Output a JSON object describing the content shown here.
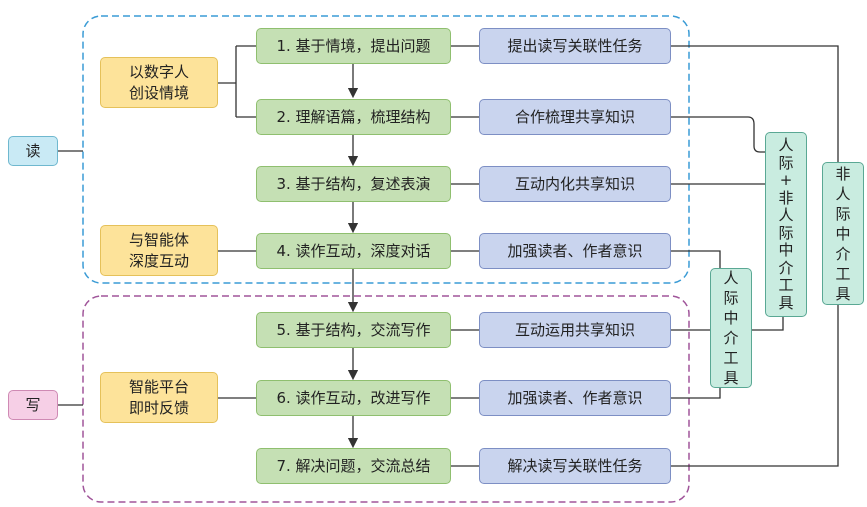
{
  "sections": {
    "read": "读",
    "write": "写"
  },
  "strategies": [
    "以数字人\n创设情境",
    "与智能体\n深度互动",
    "智能平台\n即时反馈"
  ],
  "steps": [
    "1. 基于情境，提出问题",
    "2. 理解语篇，梳理结构",
    "3. 基于结构，复述表演",
    "4. 读作互动，深度对话",
    "5. 基于结构，交流写作",
    "6. 读作互动，改进写作",
    "7. 解决问题，交流总结"
  ],
  "tasks": [
    "提出读写关联性任务",
    "合作梳理共享知识",
    "互动内化共享知识",
    "加强读者、作者意识",
    "互动运用共享知识",
    "加强读者、作者意识",
    "解决读写关联性任务"
  ],
  "tools": {
    "interpersonal": [
      "人",
      "际",
      "中",
      "介",
      "工",
      "具"
    ],
    "mixed": [
      "人",
      "际",
      "+",
      "非",
      "人",
      "际",
      "中",
      "介",
      "工",
      "具"
    ],
    "non_interpersonal": [
      "非",
      "人",
      "际",
      "中",
      "介",
      "工",
      "具"
    ]
  },
  "colors": {
    "read_border": "#3a9bd5",
    "write_border": "#a0559a",
    "line": "#333333"
  }
}
